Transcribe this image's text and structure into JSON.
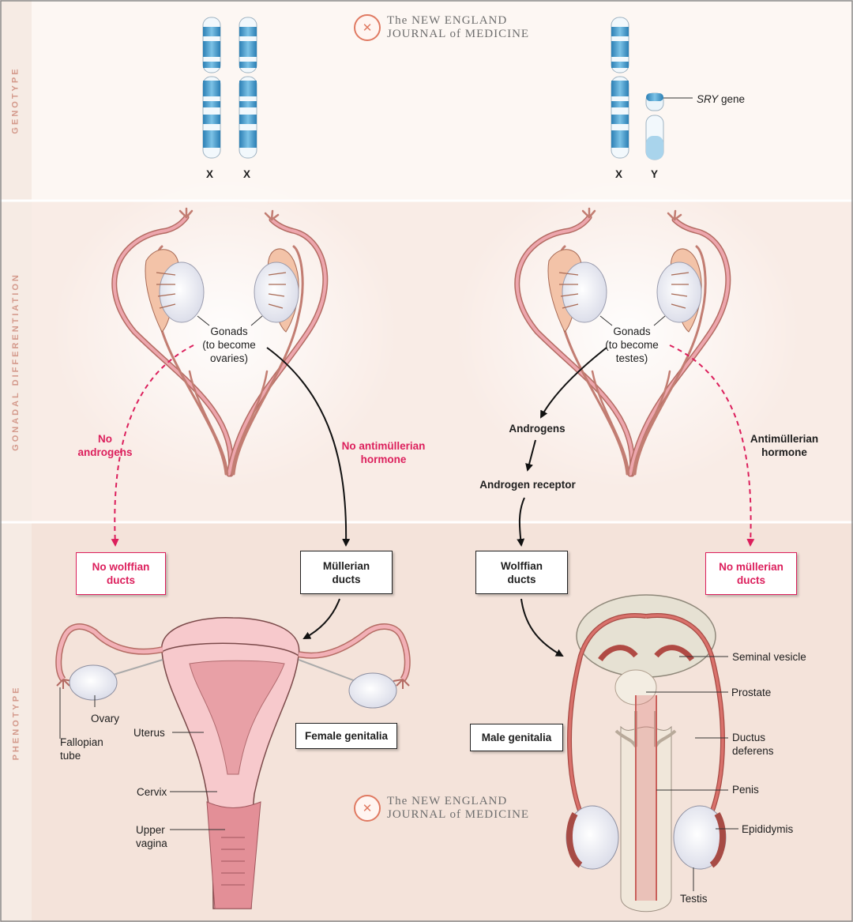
{
  "journal": {
    "line1": "The NEW ENGLAND",
    "line2": "JOURNAL of MEDICINE"
  },
  "rows": {
    "genotype": "GENOTYPE",
    "gonadal": "GONADAL DIFFERENTIATION",
    "phenotype": "PHENOTYPE"
  },
  "genotype": {
    "x1": "X",
    "x2": "X",
    "x3": "X",
    "y": "Y",
    "sry_italic": "SRY",
    "sry_rest": " gene"
  },
  "gonads_female": [
    "Gonads",
    "(to become",
    "ovaries)"
  ],
  "gonads_male": [
    "Gonads",
    "(to become",
    "testes)"
  ],
  "signals": {
    "no_androgens": [
      "No",
      "androgens"
    ],
    "no_amh": [
      "No antimüllerian",
      "hormone"
    ],
    "androgens": "Androgens",
    "androgen_receptor": "Androgen receptor",
    "amh": [
      "Antimüllerian",
      "hormone"
    ]
  },
  "boxes": {
    "no_wolffian": [
      "No wolffian",
      "ducts"
    ],
    "mullerian": [
      "Müllerian",
      "ducts"
    ],
    "wolffian": [
      "Wolffian",
      "ducts"
    ],
    "no_mullerian": [
      "No müllerian",
      "ducts"
    ],
    "female": "Female genitalia",
    "male": "Male genitalia"
  },
  "female_labels": {
    "ovary": "Ovary",
    "fallopian": [
      "Fallopian",
      "tube"
    ],
    "uterus": "Uterus",
    "cervix": "Cervix",
    "vagina": [
      "Upper",
      "vagina"
    ]
  },
  "male_labels": {
    "seminal": "Seminal vesicle",
    "prostate": "Prostate",
    "ductus": [
      "Ductus",
      "deferens"
    ],
    "penis": "Penis",
    "epididymis": "Epididymis",
    "testis": "Testis"
  },
  "colors": {
    "accent_red": "#dc1f5c",
    "chromosome_blue": "#3a8fc0",
    "duct_pink": "#e89aa2",
    "row_label": "#d49a8c"
  }
}
